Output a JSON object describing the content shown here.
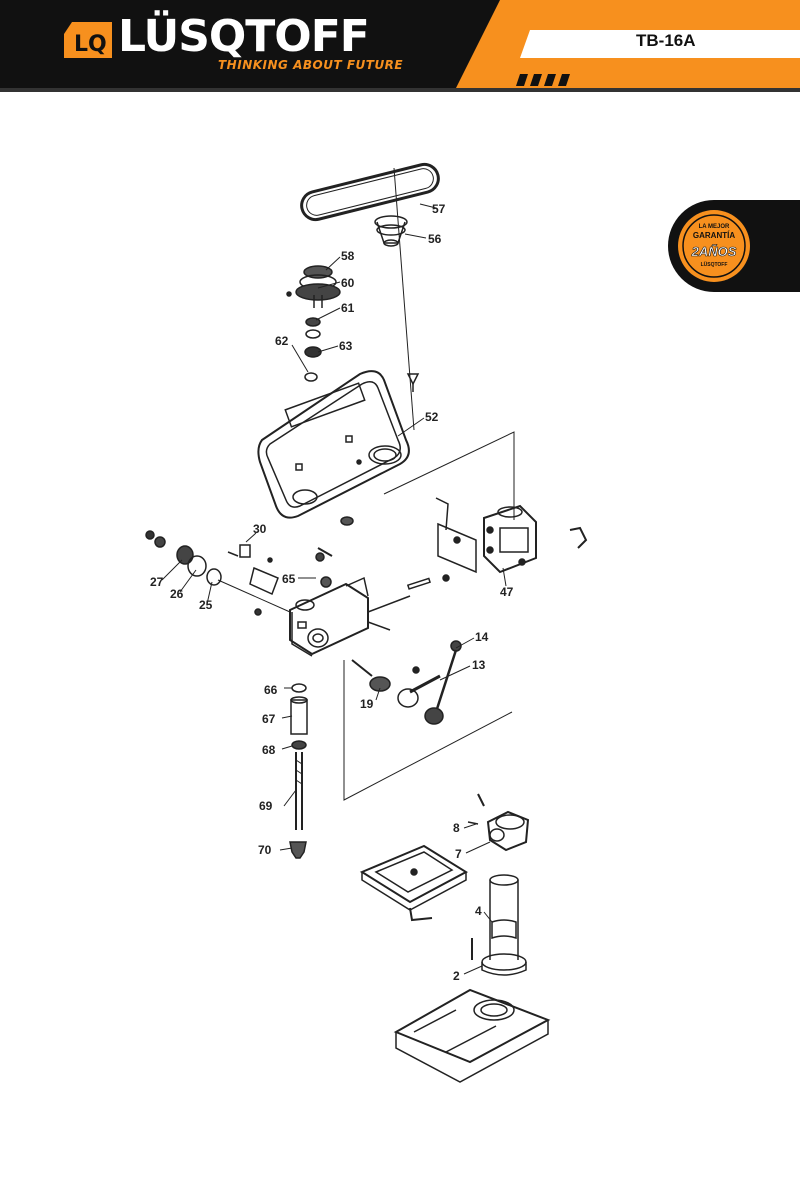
{
  "header": {
    "logo_mark": "LQ",
    "brand_name": "LÜSQTOFF",
    "tagline": "THINKING ABOUT FUTURE",
    "model": "TB-16A"
  },
  "badge": {
    "line1": "LA MEJOR",
    "line2": "GARANTÍA",
    "years": "2AÑOS",
    "line3": "LÜSQTOFF"
  },
  "colors": {
    "accent": "#f7901e",
    "dark": "#111111",
    "line": "#222222"
  },
  "parts": {
    "p57": "57",
    "p56": "56",
    "p58": "58",
    "p60": "60",
    "p61": "61",
    "p62": "62",
    "p63": "63",
    "p52": "52",
    "p30": "30",
    "p27": "27",
    "p26": "26",
    "p25": "25",
    "p65": "65",
    "p47": "47",
    "p14": "14",
    "p13": "13",
    "p19": "19",
    "p66": "66",
    "p67": "67",
    "p68": "68",
    "p69": "69",
    "p70": "70",
    "p8": "8",
    "p7": "7",
    "p4": "4",
    "p2": "2"
  }
}
